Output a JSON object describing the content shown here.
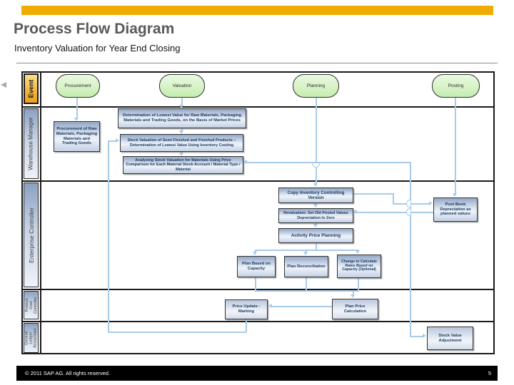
{
  "header": {
    "title": "Process Flow Diagram",
    "subtitle": "Inventory Valuation for Year End Closing"
  },
  "footer": {
    "copyright": "© 2011 SAP AG. All rights reserved.",
    "page_number": "5"
  },
  "colors": {
    "accent_gold": "#F0AB00",
    "connector_blue": "#A8CBEA",
    "event_green": "#D5F2C4",
    "lane_blue": "#8BA0C2"
  },
  "lanes": [
    {
      "label": "Event"
    },
    {
      "label": "Warehouse Manager"
    },
    {
      "label": "Enterprise Controller"
    },
    {
      "label": "Product Cost Controller"
    },
    {
      "label": "General Ledger Accountant"
    }
  ],
  "events": [
    {
      "label": "Procurement"
    },
    {
      "label": "Valuation"
    },
    {
      "label": "Planning"
    },
    {
      "label": "Posting"
    }
  ],
  "nodes": {
    "procurement_raw": "Procurement of Raw Materials, Packaging Materials and Trading Goods",
    "determination_lowest": "Determination of Lowest Value for Raw Materials, Packaging Materials and Trading Goods, on the Basis of Market Prices",
    "stock_valuation_semi": "Stock Valuation of Semi Finished and Finished Products – Determination of Lowest Value Using Inventory Costing",
    "analyzing_stock": "Analyzing Stock Valuation for Materials Using Price Comparison for Each Material Stock Account / Material Type / Material",
    "copy_inventory": "Copy Inventory Controlling Version",
    "revaluation": "Revaluation: Set Old Posted Values Depreciation to Zero",
    "activity_price": "Activity Price Planning",
    "plan_based": "Plan Based on Capacity",
    "plan_reconciliation": "Plan Reconciliation",
    "change_calculate": "Change to Calculate Rates Based on Capacity (Optional)",
    "post_book": "Post Book Depreciation as planned values",
    "price_update": "Price Update - Marking",
    "plan_price_calc": "Plan Price Calculation",
    "stock_value_adj": "Stock Value Adjustment"
  }
}
